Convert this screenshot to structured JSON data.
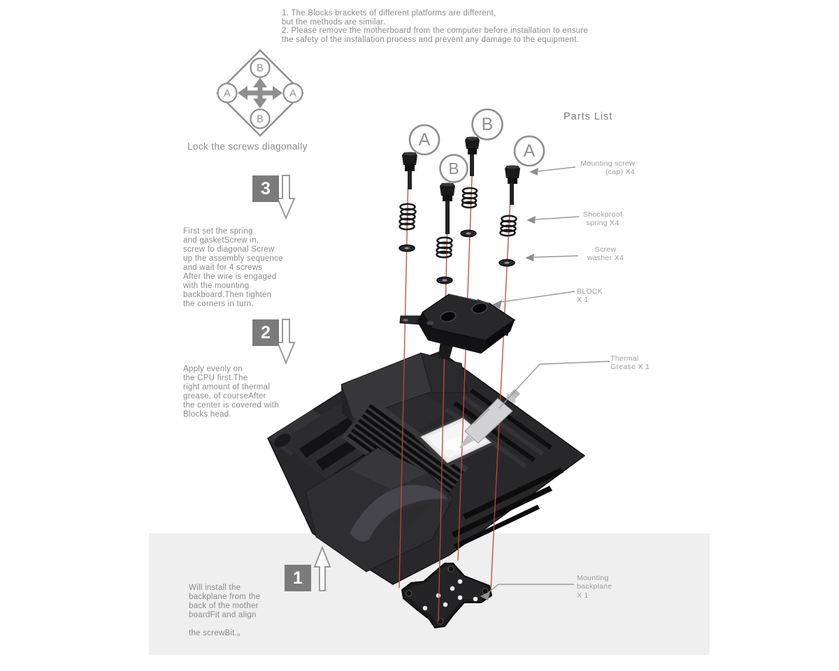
{
  "notes": {
    "text": "1. The Blocks  brackets of different platforms are different,\nbut the methods are similar.\n2. Please remove the motherboard from the computer before installation to ensure\nthe safety of the installation process and prevent any damage to the equipment."
  },
  "diamond": {
    "caption": "Lock the screws diagonally",
    "letters": {
      "top": "B",
      "right": "A",
      "bottom": "B",
      "left": "A"
    }
  },
  "steps": [
    {
      "number": "3",
      "text": "First set the spring\nand gasketScrew in,\nscrew to diagonal Screw\nup the assembly sequence\nand wait for 4 screws\nAfter the wire is engaged\nwith the mounting\nbackboard.Then tighten\nthe corners in turn."
    },
    {
      "number": "2",
      "text": "Apply evenly on\nthe CPU first.The\nright amount of thermal\ngrease, of courseAfter\nthe center is covered with\nBlocks  head."
    },
    {
      "number": "1",
      "text": "Will install the\nbackplane from the\nback of the mother\nboardFit and align\n\nthe screwBit.。"
    }
  ],
  "parts_list": {
    "title": "Parts List",
    "items": [
      {
        "label": "Mounting screw\n(cap) X4"
      },
      {
        "label": "Shockproof\nspring X4"
      },
      {
        "label": "Screw\nwasher X4"
      },
      {
        "label": "BLOCK\nX 1"
      },
      {
        "label": "Thermal\nGrease X 1"
      },
      {
        "label": "Mounting\nbackplane\nX 1"
      }
    ]
  },
  "screw_markers": [
    "A",
    "B",
    "B",
    "A"
  ],
  "colors": {
    "red_guide_line": "#c54242",
    "text_gray": "#8a8a8a",
    "label_gray": "#9d9d9d",
    "step_box_gray": "#7b7b7b",
    "band_gray": "#efefef"
  }
}
